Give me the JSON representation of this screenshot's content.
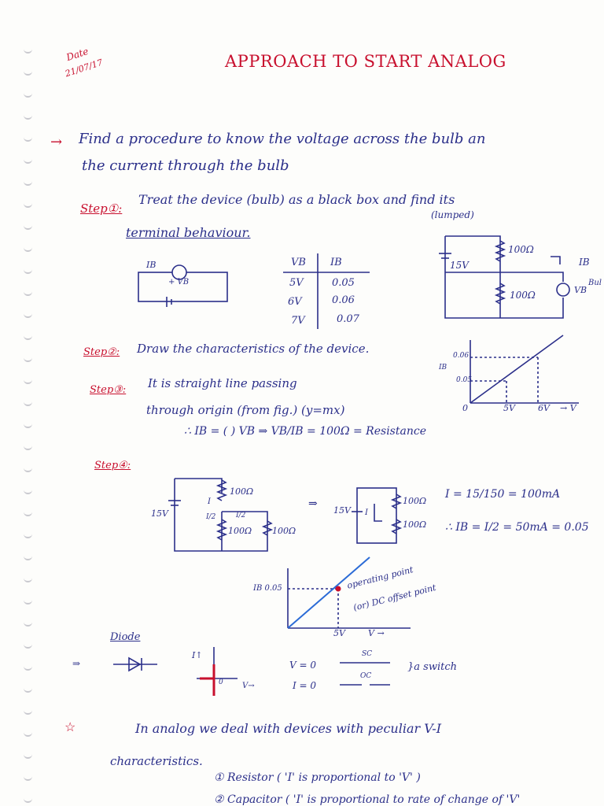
{
  "date_label": "Date",
  "date_value": "21/07/17",
  "title": "APPROACH TO START ANALOG",
  "intro_arrow": "→",
  "intro_line1": "Find  a  procedure  to  know  the  voltage  across  the  bulb  an",
  "intro_line2": "the  current  through  the  bulb",
  "step1_label": "Step①:",
  "step1_line1": "Treat  the  device (bulb) as  a  black box  and  find its",
  "step1_note": "(lumped)",
  "step1_line2": "terminal  behaviour.",
  "table": {
    "headers": [
      "VB",
      "IB"
    ],
    "rows": [
      [
        "5V",
        "0.05"
      ],
      [
        "6V",
        "0.06"
      ],
      [
        "7V",
        "0.07"
      ]
    ]
  },
  "circuit1": {
    "ib": "IB",
    "vb": "+ VB"
  },
  "circuit2": {
    "src": "15V",
    "r1": "100Ω",
    "r2": "100Ω",
    "ib": "IB",
    "vb": "VB",
    "bulb": "Bul"
  },
  "step2_label": "Step②:",
  "step2_text": "Draw  the  characteristics  of  the  device.",
  "graph1": {
    "y_top": "0.06",
    "y_mid": "0.05",
    "y_axis": "IB",
    "origin": "0",
    "x1": "5V",
    "x2": "6V",
    "x_axis": "→ V"
  },
  "step3_label": "Step③:",
  "step3_line1": "It  is  straight  line  passing",
  "step3_line2": "through  origin  (from fig.)  (y=mx)",
  "step3_line3": "∴   IB = ( ) VB  ⇒   VB/IB  = 100Ω = Resistance",
  "step4_label": "Step④:",
  "circuit3": {
    "src": "15V",
    "r1": "100Ω",
    "i": "I",
    "i2": "I/2",
    "i3": "I/2",
    "r2": "100Ω",
    "r3": "100Ω"
  },
  "equiv_arrow": "⇒",
  "circuit4": {
    "src": "15V",
    "r1": "100Ω",
    "r2": "100Ω",
    "i": "I"
  },
  "calc1": "I = 15/150 = 100mA",
  "calc2": "∴  IB = I/2 = 50mA = 0.05",
  "graph2": {
    "y_label": "IB 0.05",
    "x_label": "5V",
    "v_axis": "V →",
    "op1": "operating point",
    "op2": "(or) DC offset point"
  },
  "diode_label": "Diode",
  "diode_graph": {
    "i": "I↑",
    "origin": "0",
    "v": "V→"
  },
  "diode_v": "V = 0",
  "diode_i": "I = 0",
  "sc_label": "SC",
  "oc_label": "OC",
  "switch_text": "}a switch",
  "analog_star": "☆",
  "analog_line1": "In  analog  we  deal  with  devices  with  peculiar  V-I",
  "analog_line2": "characteristics.",
  "resistor_line": "①  Resistor  ( 'I' is  proportional  to 'V' )",
  "last_line": "②  Capacitor  ( 'I' is  proportional  to  rate  of  change  of 'V'"
}
